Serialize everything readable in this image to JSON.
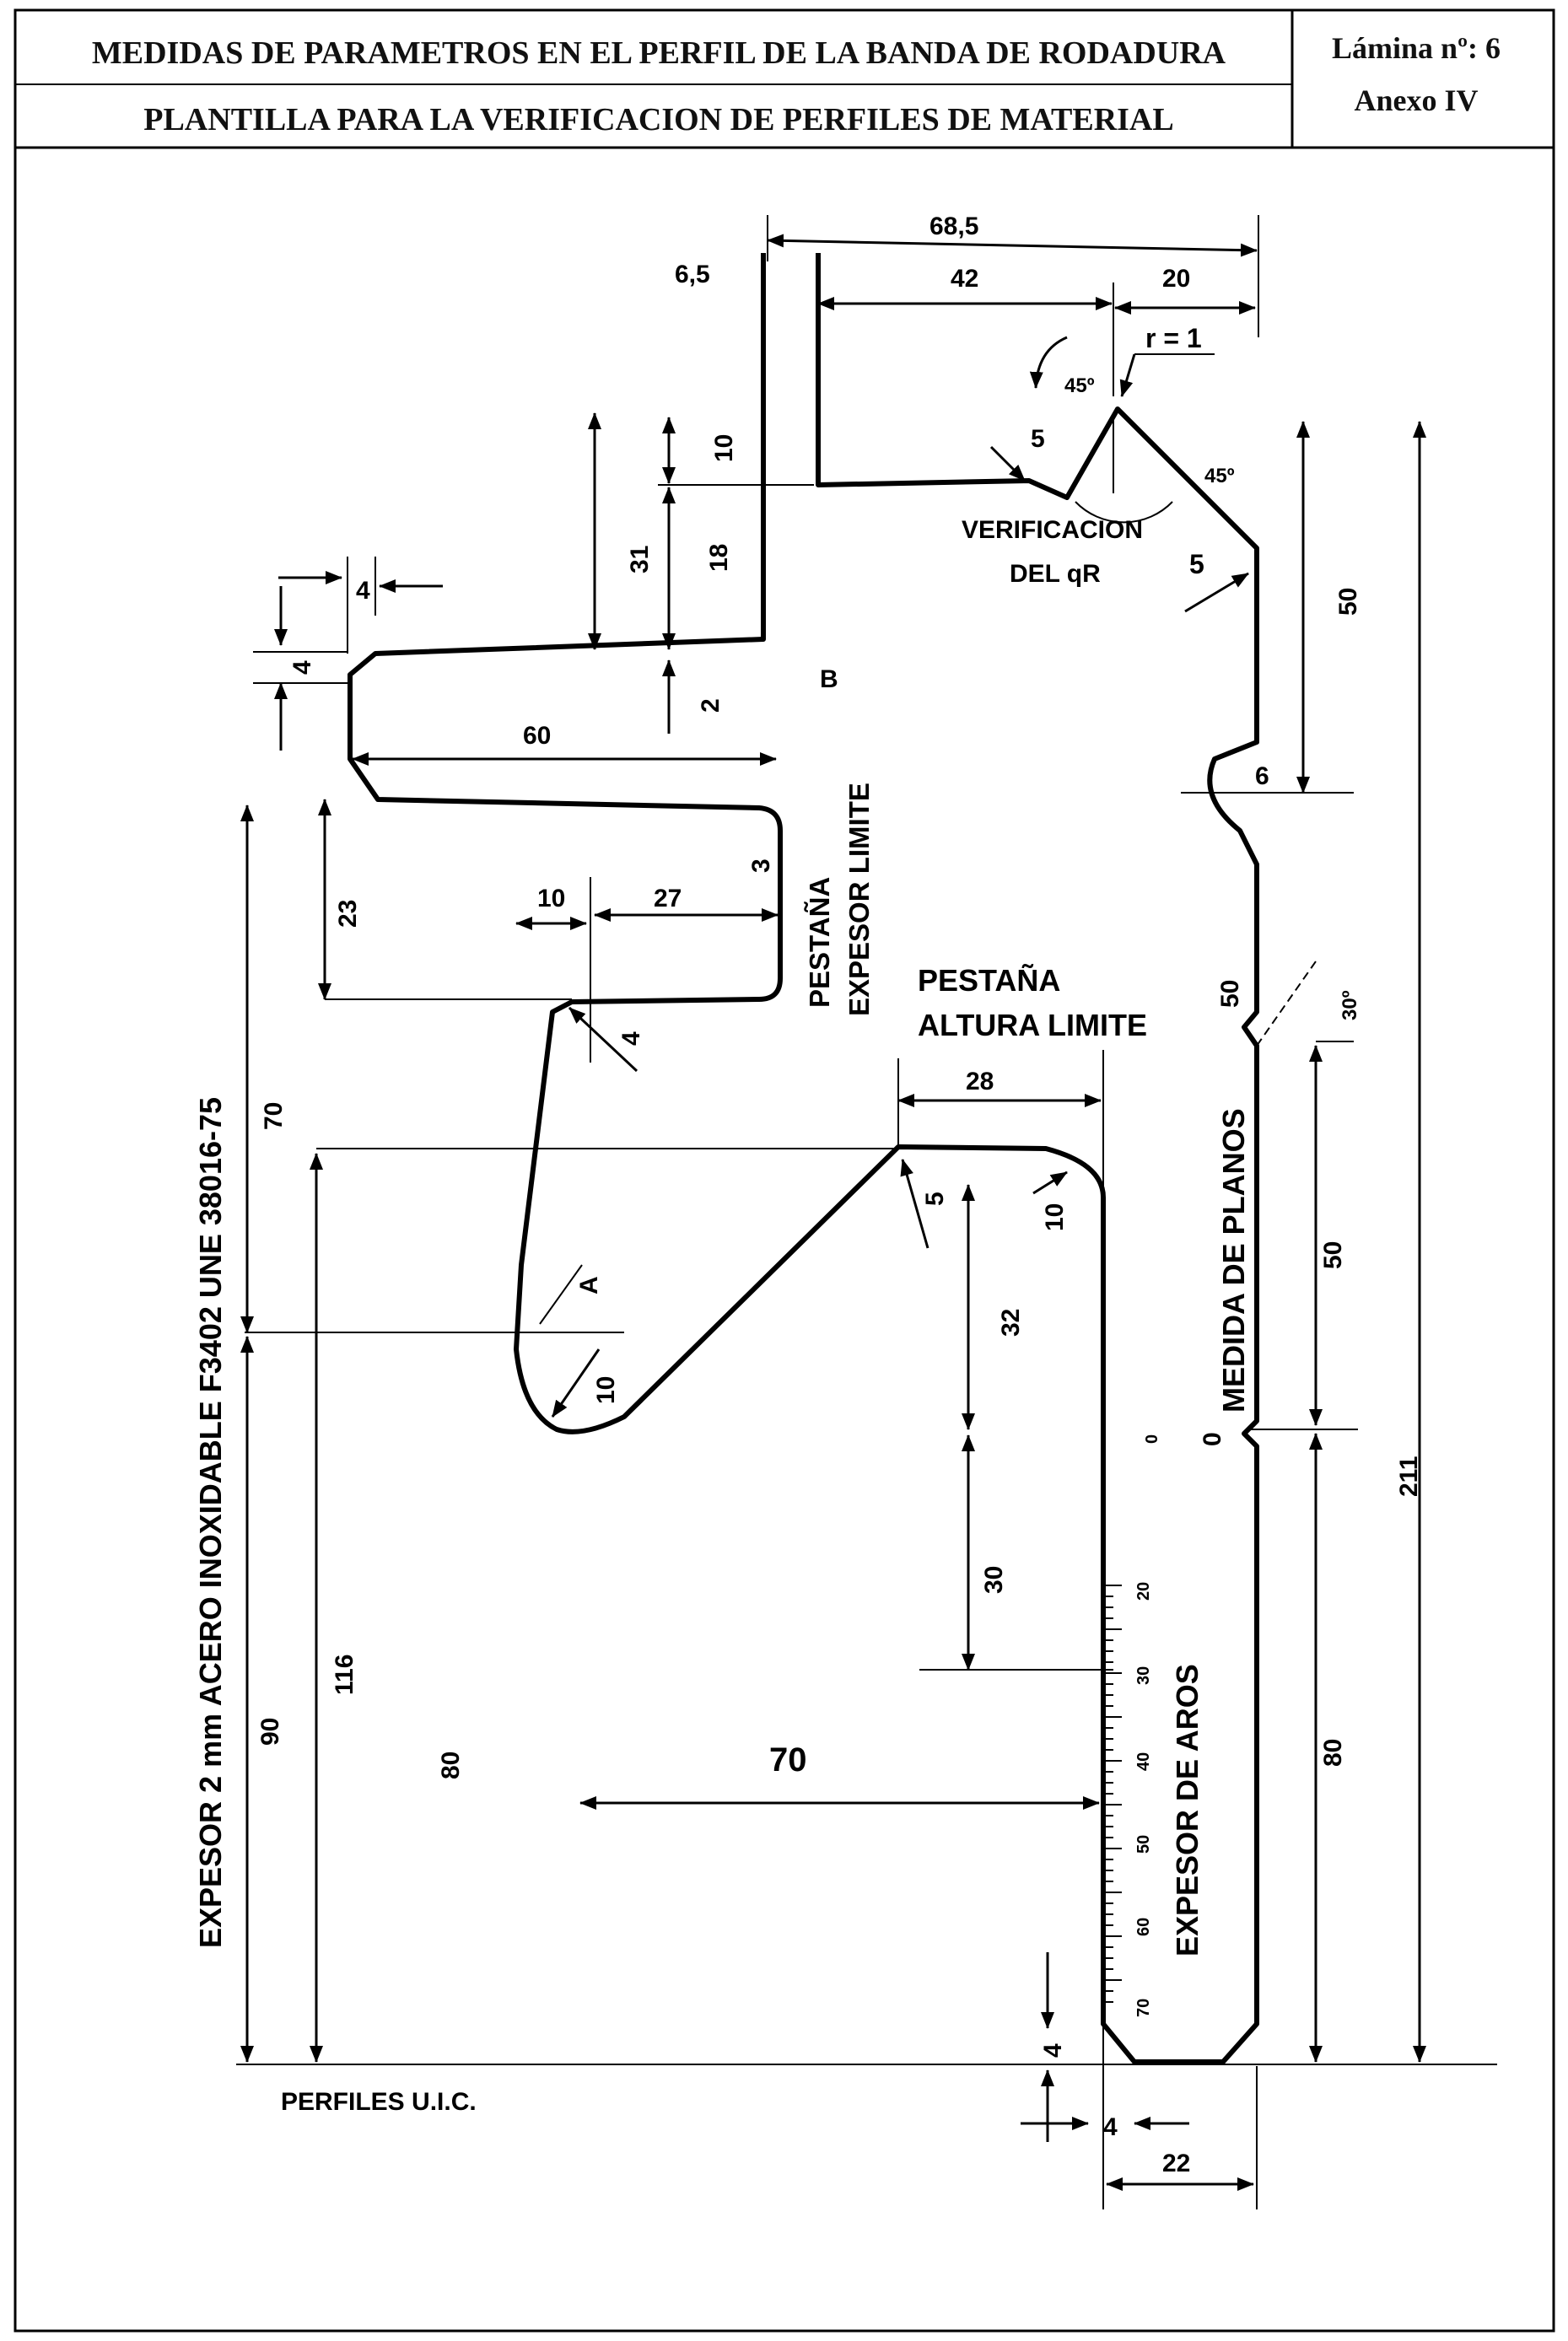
{
  "header": {
    "title_1": "MEDIDAS DE PARAMETROS EN EL PERFIL DE LA BANDA DE RODADURA",
    "title_2": "PLANTILLA PARA LA VERIFICACION DE PERFILES DE MATERIAL",
    "lamina": "Lámina nº: 6",
    "anexo": "Anexo IV"
  },
  "labels": {
    "verificacion_1": "VERIFICACION",
    "verificacion_2": "DEL qR",
    "b": "B",
    "a": "A",
    "pestana_espesor_1": "PESTAÑA",
    "pestana_espesor_2": "EXPESOR LIMITE",
    "pestana_altura_1": "PESTAÑA",
    "pestana_altura_2": "ALTURA LIMITE",
    "medida_planos": "MEDIDA DE PLANOS",
    "espesor_aros": "EXPESOR DE AROS",
    "material": "EXPESOR 2 mm ACERO INOXIDABLE F3402 UNE 38016-75",
    "perfiles": "PERFILES U.I.C.",
    "r1": "r = 1",
    "angle_45a": "45º",
    "angle_45b": "45º",
    "angle_30": "30º"
  },
  "dimensions": {
    "d68_5": "68,5",
    "d6_5": "6,5",
    "d42": "42",
    "d20": "20",
    "d10_top": "10",
    "d31": "31",
    "d18": "18",
    "d2": "2",
    "d4_left": "4",
    "d4_left_v": "4",
    "d5_top": "5",
    "d5_right": "5",
    "d50_upper": "50",
    "d6": "6",
    "d60": "60",
    "d3": "3",
    "d23": "23",
    "d10_mid": "10",
    "d27": "27",
    "d4_mid": "4",
    "d50_marker": "50",
    "d28": "28",
    "d5_flange": "5",
    "d10_flange": "10",
    "d70_left": "70",
    "d32": "32",
    "d10_a": "10",
    "d50_mid": "50",
    "d0": "0",
    "d211": "211",
    "d30": "30",
    "d90": "90",
    "d116": "116",
    "d80_left": "80",
    "d70_center": "70",
    "d80_right": "80",
    "d4_bottom": "4",
    "d4_bottom_h": "4",
    "d22": "22"
  },
  "scale": {
    "ticks": [
      "0",
      "20",
      "30",
      "40",
      "50",
      "60",
      "70"
    ]
  }
}
